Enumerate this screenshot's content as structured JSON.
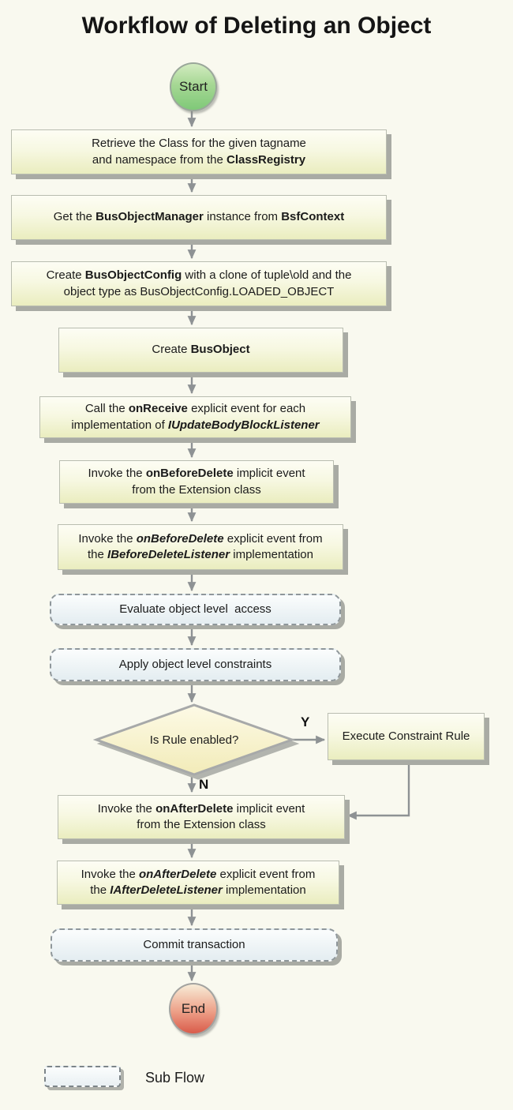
{
  "page": {
    "title": "Workflow of Deleting an Object"
  },
  "colors": {
    "background": "#f9f9ef",
    "process_fill_top": "#fdfdf4",
    "process_fill_bottom": "#eaedbf",
    "subflow_fill": "#e9f0f3",
    "diamond_fill": "#f6efc2",
    "start_green": "#7fc978",
    "end_red": "#d95b4a",
    "connector_gray": "#8e9294",
    "shadow_gray": "#a9aba4"
  },
  "flow": {
    "start": {
      "label": "Start"
    },
    "end": {
      "label": "End"
    },
    "nodes": {
      "retrieve_class": {
        "segments": [
          {
            "t": "Retrieve the Class for the given tagname\nand namespace from the "
          },
          {
            "t": "ClassRegistry",
            "b": 1
          }
        ]
      },
      "get_busobjectmanager": {
        "segments": [
          {
            "t": "Get the "
          },
          {
            "t": "BusObjectManager",
            "b": 1
          },
          {
            "t": " instance from "
          },
          {
            "t": "BsfContext",
            "b": 1
          }
        ]
      },
      "create_busobjectconfig": {
        "segments": [
          {
            "t": "Create "
          },
          {
            "t": "BusObjectConfig",
            "b": 1
          },
          {
            "t": " with a clone of tuple\\old and the\nobject type as BusObjectConfig.LOADED_OBJECT"
          }
        ]
      },
      "create_busobject": {
        "segments": [
          {
            "t": "Create "
          },
          {
            "t": "BusObject",
            "b": 1
          }
        ]
      },
      "call_onreceive": {
        "segments": [
          {
            "t": "Call the "
          },
          {
            "t": "onReceive",
            "b": 1
          },
          {
            "t": " explicit event for each\nimplementation of "
          },
          {
            "t": "IUpdateBodyBlockListener",
            "b": 1,
            "i": 1
          }
        ]
      },
      "invoke_onbeforedelete_implicit": {
        "segments": [
          {
            "t": "Invoke the "
          },
          {
            "t": "onBeforeDelete",
            "b": 1
          },
          {
            "t": " implicit event\nfrom the Extension class"
          }
        ]
      },
      "invoke_onbeforedelete_explicit": {
        "segments": [
          {
            "t": "Invoke the "
          },
          {
            "t": "onBeforeDelete",
            "b": 1,
            "i": 1
          },
          {
            "t": " explicit event from\nthe "
          },
          {
            "t": "IBeforeDeleteListener",
            "b": 1,
            "i": 1
          },
          {
            "t": " implementation"
          }
        ]
      },
      "evaluate_object_level_access": {
        "segments": [
          {
            "t": "Evaluate object level  access"
          }
        ]
      },
      "apply_object_level_constraints": {
        "segments": [
          {
            "t": "Apply object level constraints"
          }
        ]
      },
      "execute_constraint_rule": {
        "segments": [
          {
            "t": "Execute Constraint Rule"
          }
        ]
      },
      "invoke_onafterdelete_implicit": {
        "segments": [
          {
            "t": "Invoke the "
          },
          {
            "t": "onAfterDelete",
            "b": 1
          },
          {
            "t": " implicit event\nfrom the Extension class"
          }
        ]
      },
      "invoke_onafterdelete_explicit": {
        "segments": [
          {
            "t": "Invoke the "
          },
          {
            "t": "onAfterDelete",
            "b": 1,
            "i": 1
          },
          {
            "t": " explicit event from\nthe "
          },
          {
            "t": "IAfterDeleteListener",
            "b": 1,
            "i": 1
          },
          {
            "t": " implementation"
          }
        ]
      },
      "commit_transaction": {
        "segments": [
          {
            "t": "Commit transaction"
          }
        ]
      }
    },
    "decision": {
      "label": "Is Rule enabled?",
      "yes_label": "Y",
      "no_label": "N"
    },
    "legend": {
      "label": "Sub Flow"
    }
  }
}
